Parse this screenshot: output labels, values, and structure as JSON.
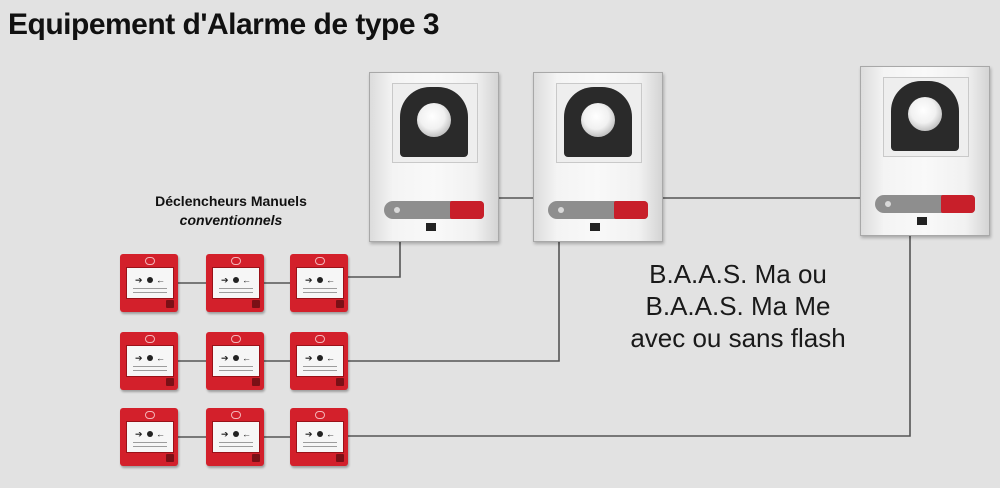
{
  "title": "Equipement d'Alarme de type 3",
  "manual_call_points": {
    "label_line1": "Déclencheurs Manuels",
    "label_line2": "conventionnels"
  },
  "baas": {
    "line1": "B.A.A.S. Ma ou",
    "line2": "B.A.A.S. Ma Me",
    "line3": "avec ou sans flash"
  },
  "colors": {
    "background": "#e2e2e2",
    "call_point_red": "#d3202b",
    "wire": "#555555"
  }
}
